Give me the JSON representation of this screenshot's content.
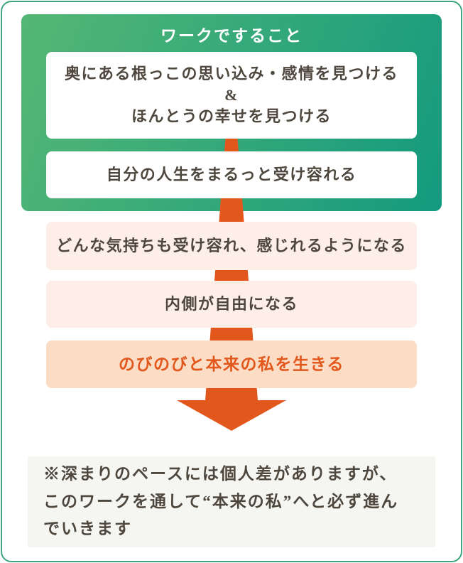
{
  "panel": {
    "title": "ワークですること"
  },
  "steps": [
    {
      "id": "step-1",
      "lines": [
        "奥にある根っこの思い込み・感情を見つける",
        "&",
        "ほんとうの幸せを見つける"
      ],
      "style": "white"
    },
    {
      "id": "step-2",
      "text": "自分の人生をまるっと受け容れる",
      "style": "white"
    },
    {
      "id": "step-3",
      "text": "どんな気持ちも受け容れ、感じれるようになる",
      "style": "pink"
    },
    {
      "id": "step-4",
      "text": "内側が自由になる",
      "style": "pink"
    },
    {
      "id": "step-5",
      "text": "のびのびと本来の私を生きる",
      "style": "peach"
    }
  ],
  "note": {
    "lines": [
      "※深まりのペースには個人差がありますが、",
      "このワークを通して“本来の私”へと必ず進ん",
      "でいきます"
    ]
  },
  "colors": {
    "accent_orange": "#e2571c",
    "green_grad_start": "#55b774",
    "green_grad_end": "#149a7f",
    "frame_border": "#3ea67c",
    "box_pink": "#fdeee7",
    "box_peach": "#fbdcc5",
    "note_bg": "#f5f5f2",
    "text_dark": "#4e473e",
    "box_white": "#ffffff"
  }
}
